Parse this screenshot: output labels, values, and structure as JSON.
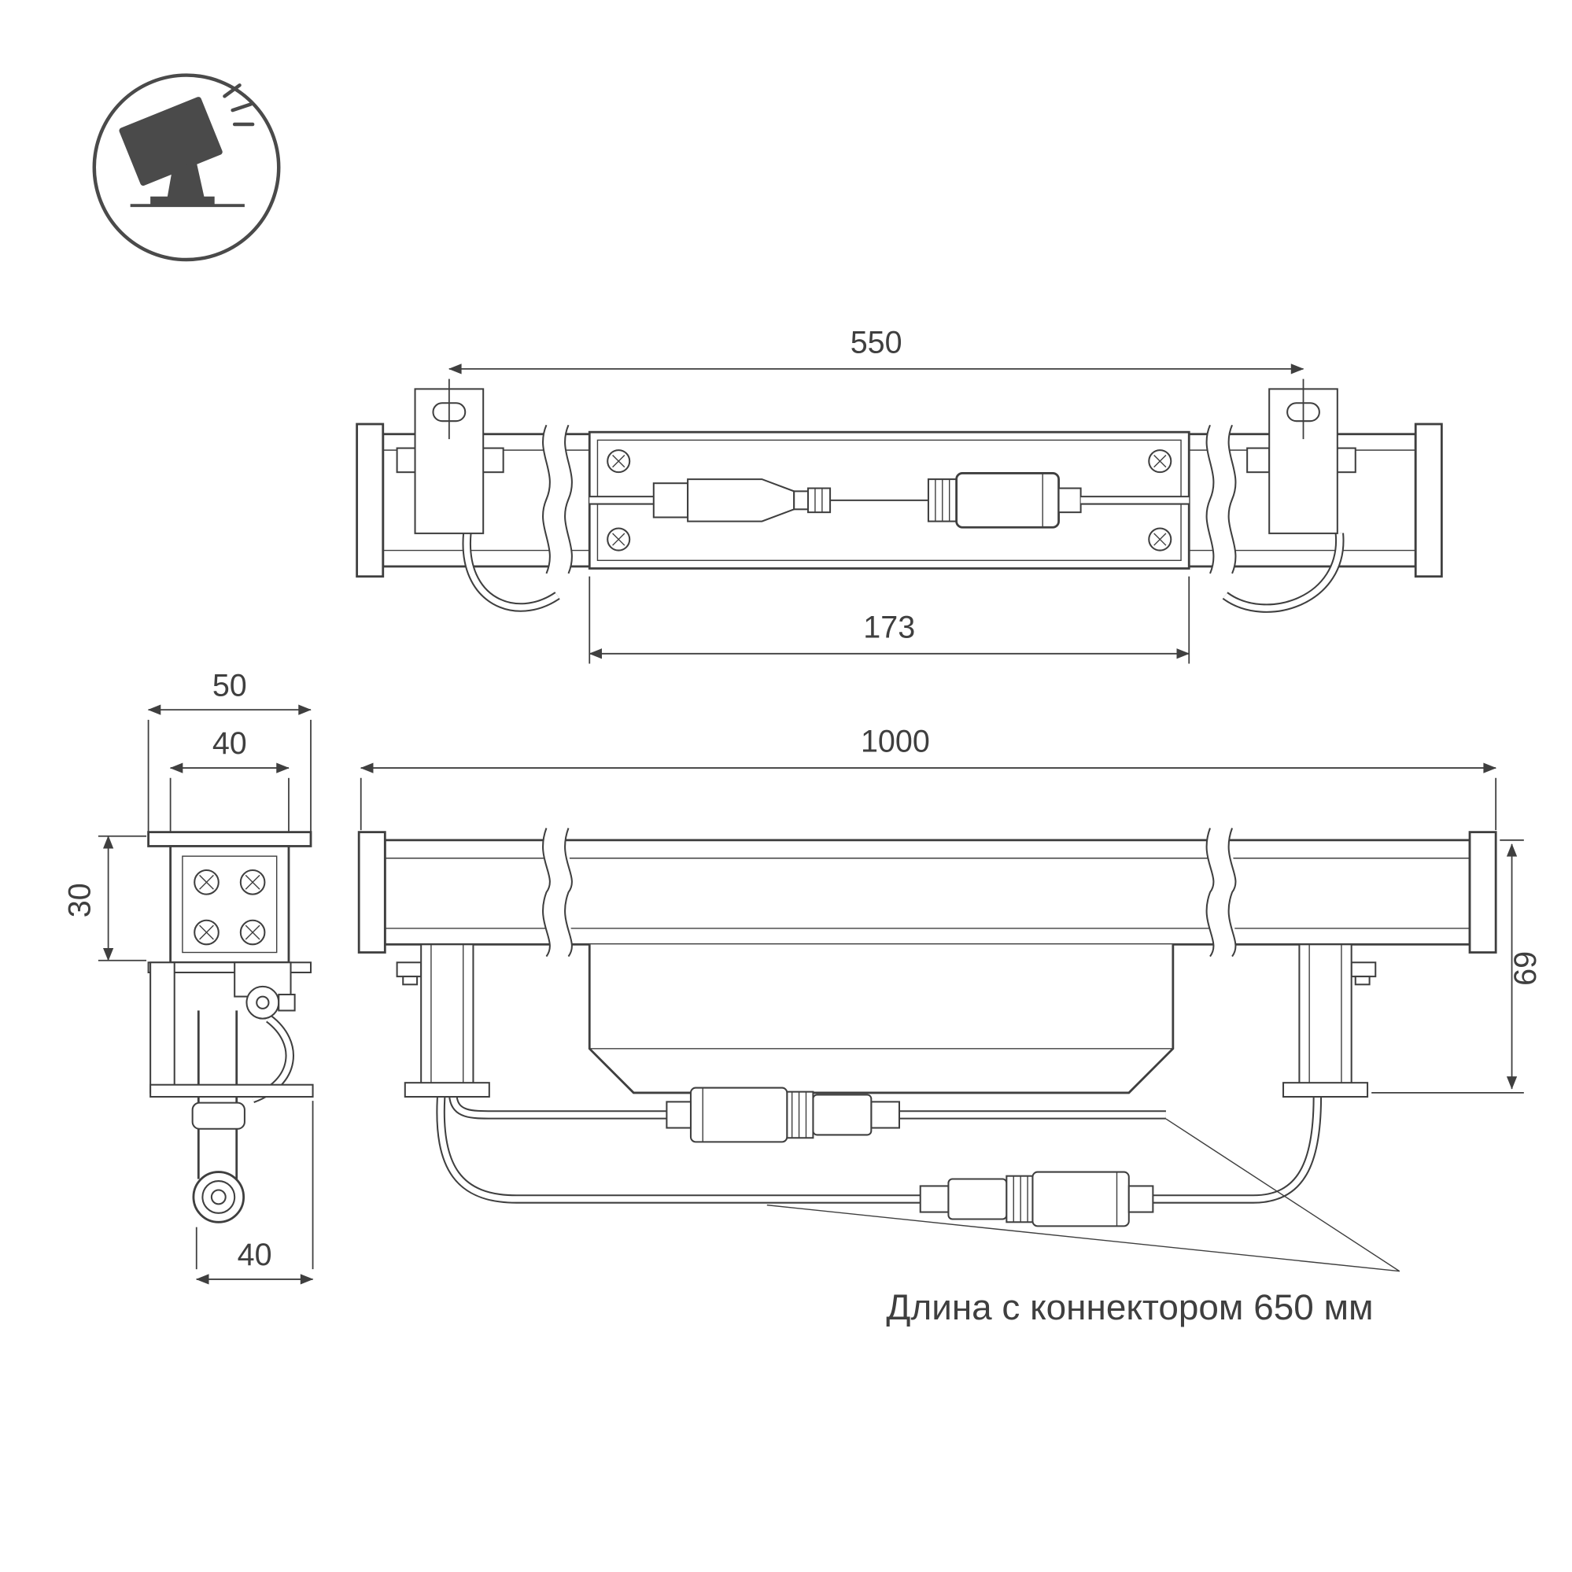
{
  "meta": {
    "background": "#ffffff",
    "line_color": "#3f3f3f",
    "icon_color": "#4a4a4a"
  },
  "icon": {
    "name": "floodlight-projector-icon"
  },
  "dimensions": {
    "top_view": {
      "mounting_span": "550",
      "body_section": "173"
    },
    "side_view": {
      "outer_width": "50",
      "inner_width": "40",
      "height": "30",
      "bottom_width": "40"
    },
    "front_view": {
      "overall_length": "1000",
      "overall_height": "69"
    },
    "note": "Длина с коннектором 650 мм"
  }
}
